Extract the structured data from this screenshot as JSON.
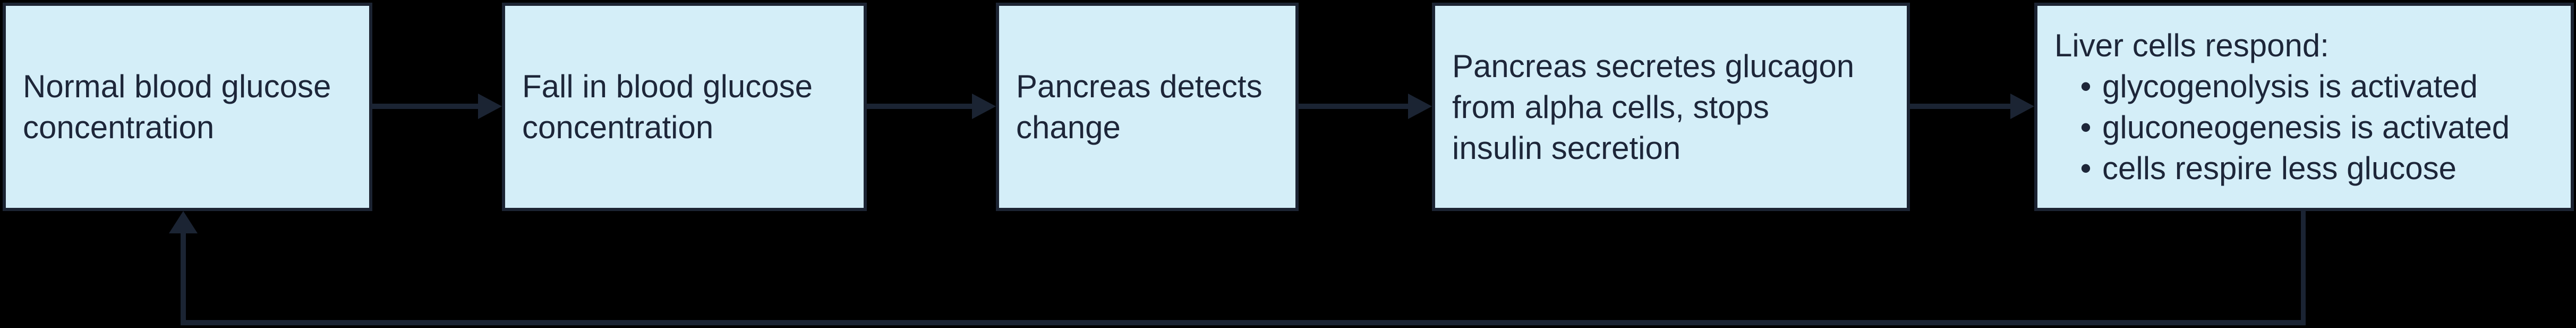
{
  "bullet_char": "•",
  "colors": {
    "background": "#000000",
    "box_fill": "#d4eef8",
    "box_border": "#1c2433",
    "text": "#1d2639",
    "connector": "#1b2433"
  },
  "flowchart": {
    "boxes": [
      {
        "id": "normal-blood-glucose",
        "lines": [
          "Normal blood glucose",
          "concentration"
        ]
      },
      {
        "id": "fall-in-blood-glucose",
        "lines": [
          "Fall in blood glucose",
          "concentration"
        ]
      },
      {
        "id": "pancreas-detects-change",
        "lines": [
          "Pancreas detects",
          "change"
        ]
      },
      {
        "id": "pancreas-secretes-glucagon",
        "lines": [
          "Pancreas secretes glucagon",
          "from alpha cells, stops",
          "insulin secretion"
        ]
      },
      {
        "id": "liver-cells-respond",
        "heading": "Liver cells respond:",
        "bullets": [
          "glycogenolysis is activated",
          "gluconeogenesis is activated",
          "cells respire less glucose"
        ]
      }
    ],
    "edges": [
      {
        "from": "normal-blood-glucose",
        "to": "fall-in-blood-glucose",
        "type": "arrow-right"
      },
      {
        "from": "fall-in-blood-glucose",
        "to": "pancreas-detects-change",
        "type": "arrow-right"
      },
      {
        "from": "pancreas-detects-change",
        "to": "pancreas-secretes-glucagon",
        "type": "arrow-right"
      },
      {
        "from": "pancreas-secretes-glucagon",
        "to": "liver-cells-respond",
        "type": "arrow-right"
      },
      {
        "from": "liver-cells-respond",
        "to": "normal-blood-glucose",
        "type": "feedback-loop-bottom"
      }
    ]
  }
}
